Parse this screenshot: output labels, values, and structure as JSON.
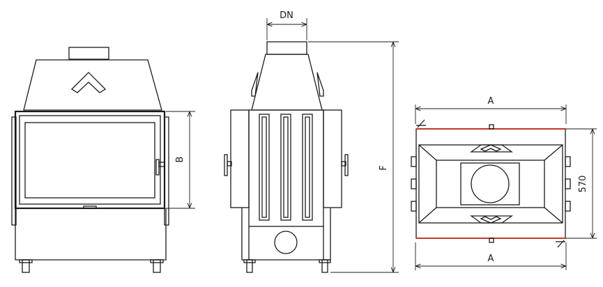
{
  "labels": {
    "dn": "DN",
    "b": "B",
    "f": "F",
    "a_top": "A",
    "a_bottom": "A",
    "depth_570": "570"
  },
  "colors": {
    "line": "#1a1a1a",
    "accent_edge": "#c0392b",
    "background": "#ffffff"
  }
}
